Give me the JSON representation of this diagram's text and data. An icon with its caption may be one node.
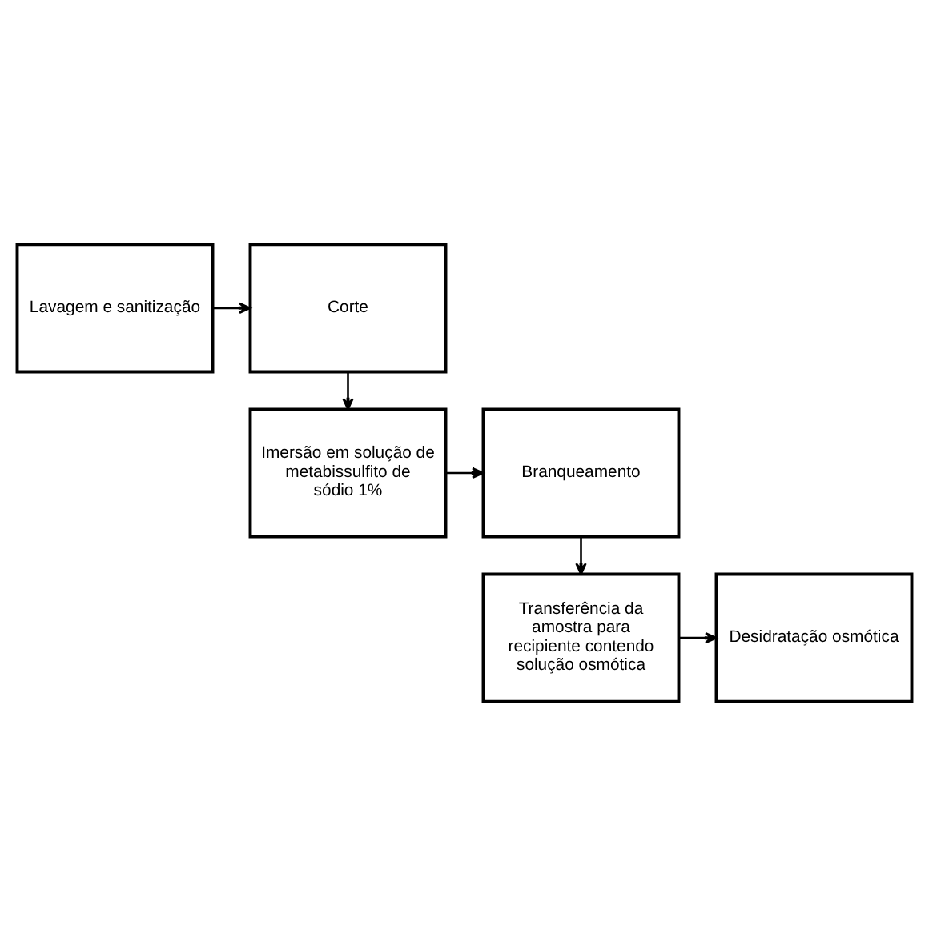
{
  "diagram": {
    "nodes": [
      {
        "text": [
          "Lavagem e sanitização"
        ]
      },
      {
        "text": [
          "Corte"
        ]
      },
      {
        "text": [
          "Imersão em solução de metabissulfito de sódio 1%"
        ]
      },
      {
        "text": [
          "Branqueamento"
        ]
      },
      {
        "text": [
          "Transferência da amostra para recipiente contendo solução osmótica"
        ]
      },
      {
        "text": [
          "Desidratação osmótica"
        ]
      }
    ],
    "edges": [
      {
        "from": 0,
        "to": 1,
        "arrow": "to"
      },
      {
        "from": 1,
        "to": 2,
        "arrow": "to"
      },
      {
        "from": 2,
        "to": 3,
        "arrow": "to"
      },
      {
        "from": 3,
        "to": 4,
        "arrow": "to"
      },
      {
        "from": 4,
        "to": 5,
        "arrow": "to"
      }
    ]
  }
}
